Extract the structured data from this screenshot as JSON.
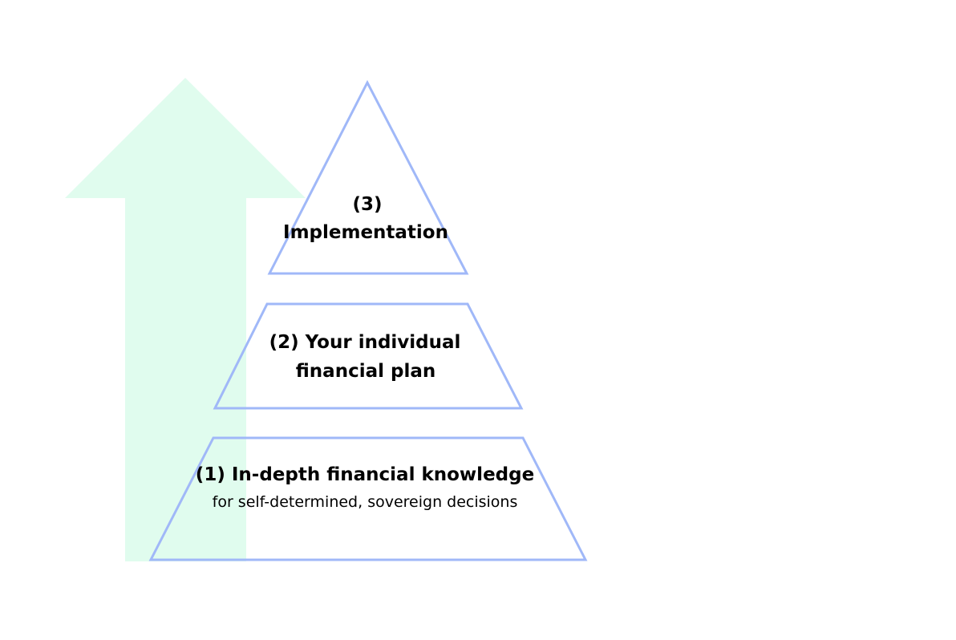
{
  "colors": {
    "arrow": "#e0fcee",
    "pyramid_stroke": "#a0b8f8",
    "text": "#000000"
  },
  "levels": [
    {
      "title": "(1) In-depth financial knowledge",
      "subtitle": "for self-determined, sovereign decisions"
    },
    {
      "title_line1": "(2) Your individual",
      "title_line2": "financial plan"
    },
    {
      "title_line1": "(3)",
      "title_line2": "Implementation"
    }
  ]
}
